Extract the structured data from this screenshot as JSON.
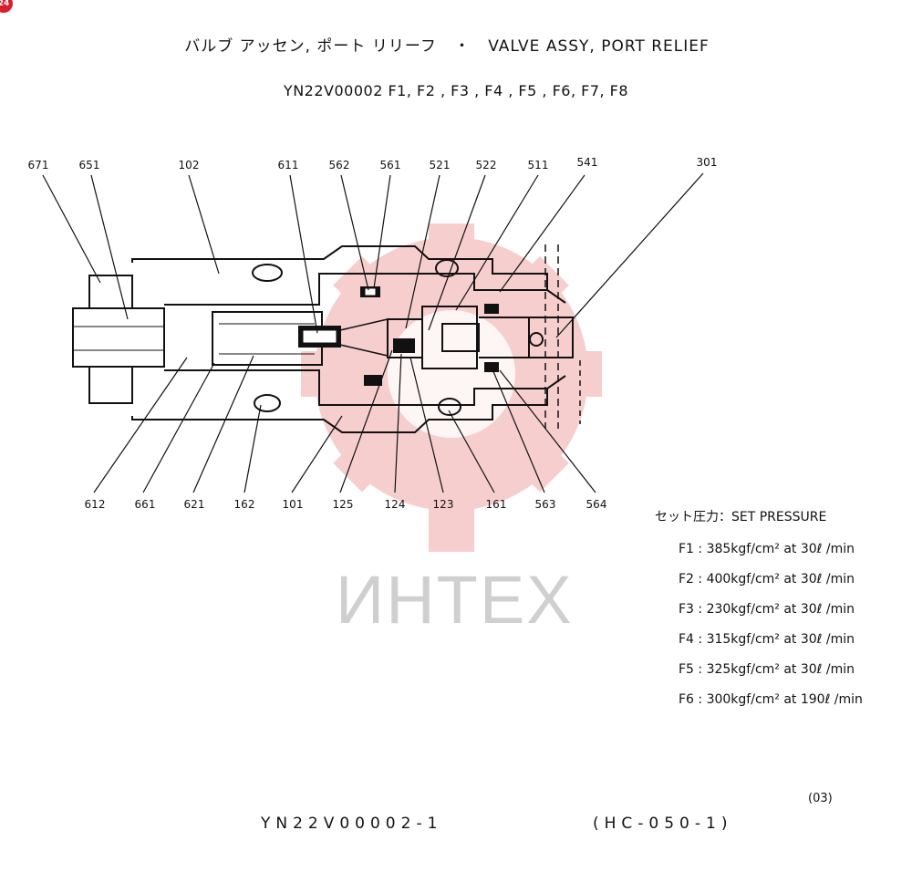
{
  "badge": "24",
  "title_jp": "バルブ アッセン, ポート リリーフ",
  "title_sep": "・",
  "title_en": "VALVE ASSY, PORT RELIEF",
  "subtitle": "YN22V00002 F1, F2 , F3 , F4 , F5 , F6, F7, F8",
  "watermark": "ИНТЕХ",
  "labels_top": [
    "671",
    "651",
    "102",
    "611",
    "562",
    "561",
    "521",
    "522",
    "511",
    "541",
    "301"
  ],
  "labels_bottom": [
    "612",
    "661",
    "621",
    "162",
    "101",
    "125",
    "124",
    "123",
    "161",
    "563",
    "564"
  ],
  "set_pressure": {
    "heading": "セット圧力：SET PRESSURE",
    "rows": [
      {
        "id": "F1",
        "text": "F1 : 385kgf/cm² at 30ℓ /min"
      },
      {
        "id": "F2",
        "text": "F2 : 400kgf/cm² at 30ℓ /min"
      },
      {
        "id": "F3",
        "text": "F3 : 230kgf/cm² at 30ℓ /min"
      },
      {
        "id": "F4",
        "text": "F4 : 315kgf/cm² at 30ℓ /min"
      },
      {
        "id": "F5",
        "text": "F5 : 325kgf/cm² at 30ℓ /min"
      },
      {
        "id": "F6",
        "text": "F6 : 300kgf/cm² at 190ℓ /min"
      }
    ]
  },
  "sheet_no": "(03)",
  "footer_left": "YN22V00002-1",
  "footer_right": "(HC-050-1)"
}
